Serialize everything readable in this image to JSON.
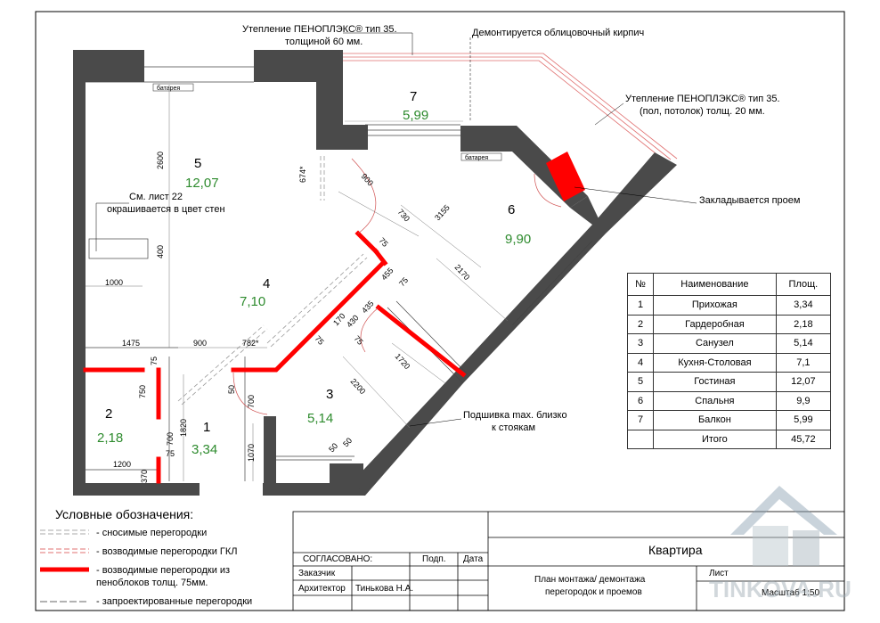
{
  "notes": {
    "insulation_walls_1": "Утепление  ПЕНОПЛЭКС® тип 35.",
    "insulation_walls_2": "толщиной 60 мм.",
    "brick_removed": "Демонтируется облицовочный кирпич",
    "insulation_floor_1": "Утепление  ПЕНОПЛЭКС® тип 35.",
    "insulation_floor_2": "(пол, потолок) толщ. 20 мм.",
    "opening_closed": "Закладывается проем",
    "see_sheet_1": "См. лист 22",
    "see_sheet_2": "окрашивается в цвет стен",
    "lining_1": "Подшивка max. близко",
    "lining_2": "к стоякам",
    "radiator_1": "батарея",
    "radiator_2": "батарея"
  },
  "rooms": [
    {
      "num": "1",
      "area": "3,34"
    },
    {
      "num": "2",
      "area": "2,18"
    },
    {
      "num": "3",
      "area": "5,14"
    },
    {
      "num": "4",
      "area": "7,10"
    },
    {
      "num": "5",
      "area": "12,07"
    },
    {
      "num": "6",
      "area": "9,90"
    },
    {
      "num": "7",
      "area": "5,99"
    }
  ],
  "dimensions": {
    "d2600": "2600",
    "d400": "400",
    "d1000": "1000",
    "d674": "674*",
    "d900a": "900",
    "d730": "730",
    "d3155": "3155",
    "d75a": "75",
    "d455": "455",
    "d75b": "75",
    "d2170": "2170",
    "d170": "170",
    "d430": "430",
    "d435": "435",
    "d75c": "75",
    "d75d": "75",
    "d1720": "1720",
    "d1475": "1475",
    "d900b": "900",
    "d782": "782*",
    "d75e": "75",
    "d750": "750",
    "d50a": "50",
    "d700a": "700",
    "d2200": "2200",
    "d1820": "1820",
    "d700b": "700",
    "d75f": "75",
    "d1070": "1070",
    "d50b": "50",
    "d50c": "50",
    "d1200": "1200",
    "d370": "370"
  },
  "legend": {
    "title": "Условные обозначения:",
    "items": [
      "- сносимые перегородки",
      "- возводимые перегородки ГКЛ",
      "- возводимые перегородки из",
      "пеноблоков толщ. 75мм.",
      "- запроектированные перегородки"
    ]
  },
  "spec_table": {
    "headers": [
      "№",
      "Наименование",
      "Площ."
    ],
    "rows": [
      [
        "1",
        "Прихожая",
        "3,34"
      ],
      [
        "2",
        "Гардеробная",
        "2,18"
      ],
      [
        "3",
        "Санузел",
        "5,14"
      ],
      [
        "4",
        "Кухня-Столовая",
        "7,1"
      ],
      [
        "5",
        "Гостиная",
        "12,07"
      ],
      [
        "6",
        "Спальня",
        "9,9"
      ],
      [
        "7",
        "Балкон",
        "5,99"
      ],
      [
        "",
        "Итого",
        "45,72"
      ]
    ]
  },
  "title_block": {
    "approved": "СОГЛАСОВАНО:",
    "signature": "Подп.",
    "date": "Дата",
    "customer": "Заказчик",
    "architect": "Архитектор",
    "architect_name": "Тинькова Н.А.",
    "object": "Квартира",
    "drawing_1": "План монтажа/ демонтажа",
    "drawing_2": "перегородок и проемов",
    "sheet": "Лист",
    "scale": "Масштаб 1:50",
    "watermark": "TINKOVA.RU"
  },
  "colors": {
    "wall": "#4a4a4a",
    "new_block": "#ff0000",
    "area_text": "#2e8b2e"
  }
}
